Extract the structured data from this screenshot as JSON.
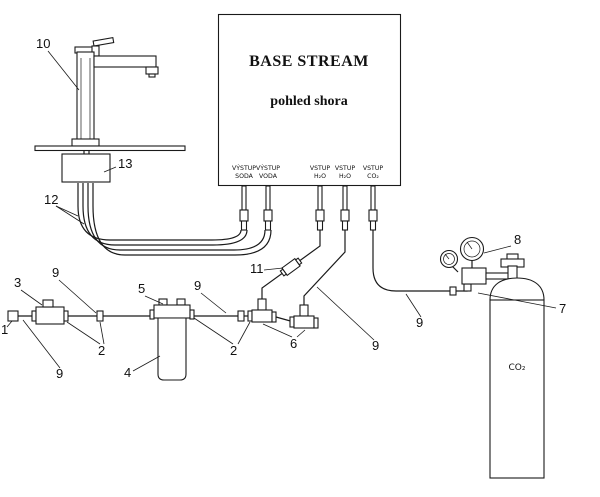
{
  "diagram": {
    "unit": {
      "title": "BASE STREAM",
      "subtitle": "pohled shora",
      "ports": [
        {
          "line1": "VÝSTUP",
          "line2": "SODA"
        },
        {
          "line1": "VÝSTUP",
          "line2": "VODA"
        },
        {
          "line1": "VSTUP",
          "line2": "H₂O"
        },
        {
          "line1": "VSTUP",
          "line2": "H₂O"
        },
        {
          "line1": "VSTUP",
          "line2": "CO₂"
        }
      ]
    },
    "cylinder": {
      "label": "CO₂"
    },
    "callouts": {
      "inlet": "1",
      "nut_left": "2",
      "nut_right": "2",
      "valve": "3",
      "filter_bowl": "4",
      "filter_head": "5",
      "tee_fittings": "6",
      "cylinder_valve": "7",
      "regulator": "8",
      "tube_a": "9",
      "tube_b": "9",
      "tube_c": "9",
      "tube_d": "9",
      "tube_e": "9",
      "faucet": "10",
      "inline_fitting": "11",
      "tubing_bundle": "12",
      "under_counter_unit": "13"
    }
  }
}
